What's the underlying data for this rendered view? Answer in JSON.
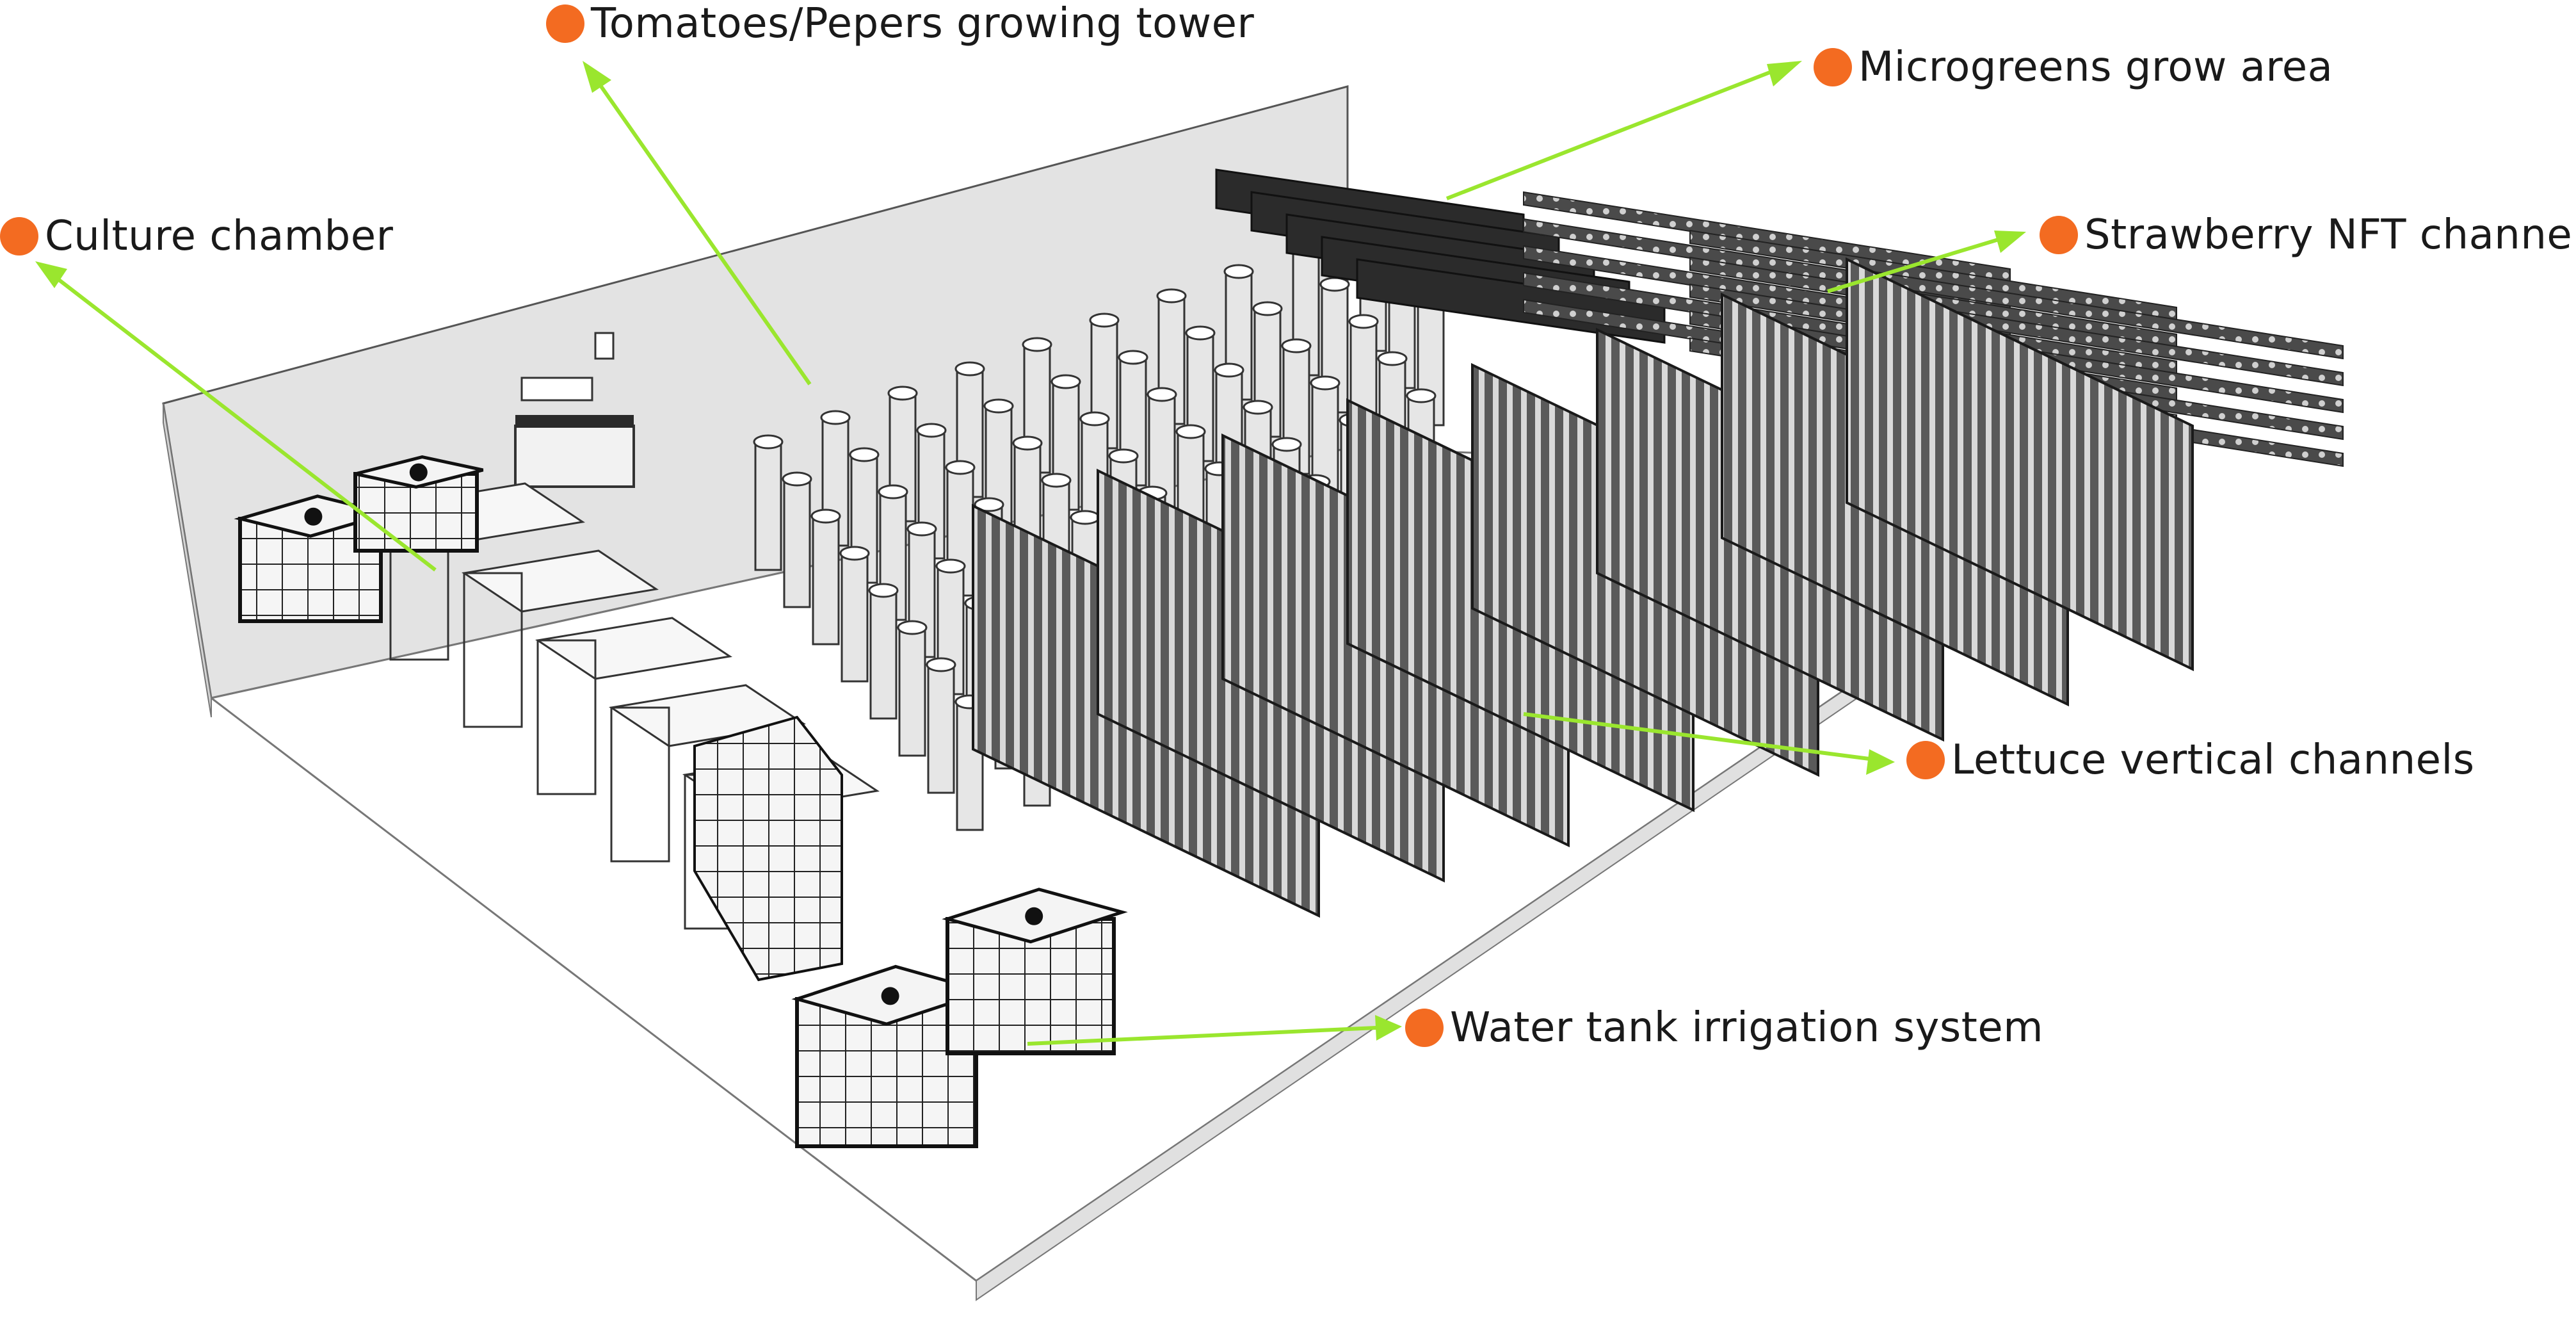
{
  "colors": {
    "dot": "#f36b21",
    "leader": "#9ae62e",
    "equipment": "#3a3a3a",
    "floor": "#ffffff",
    "wall": "#dfdfdf"
  },
  "labels": {
    "tomatoes": "Tomatoes/Pepers  growing tower",
    "microgreens": "Microgreens grow area",
    "culture": "Culture chamber",
    "strawberry": "Strawberry NFT channels",
    "lettuce": "Lettuce vertical channels",
    "water": "Water tank irrigation system"
  }
}
